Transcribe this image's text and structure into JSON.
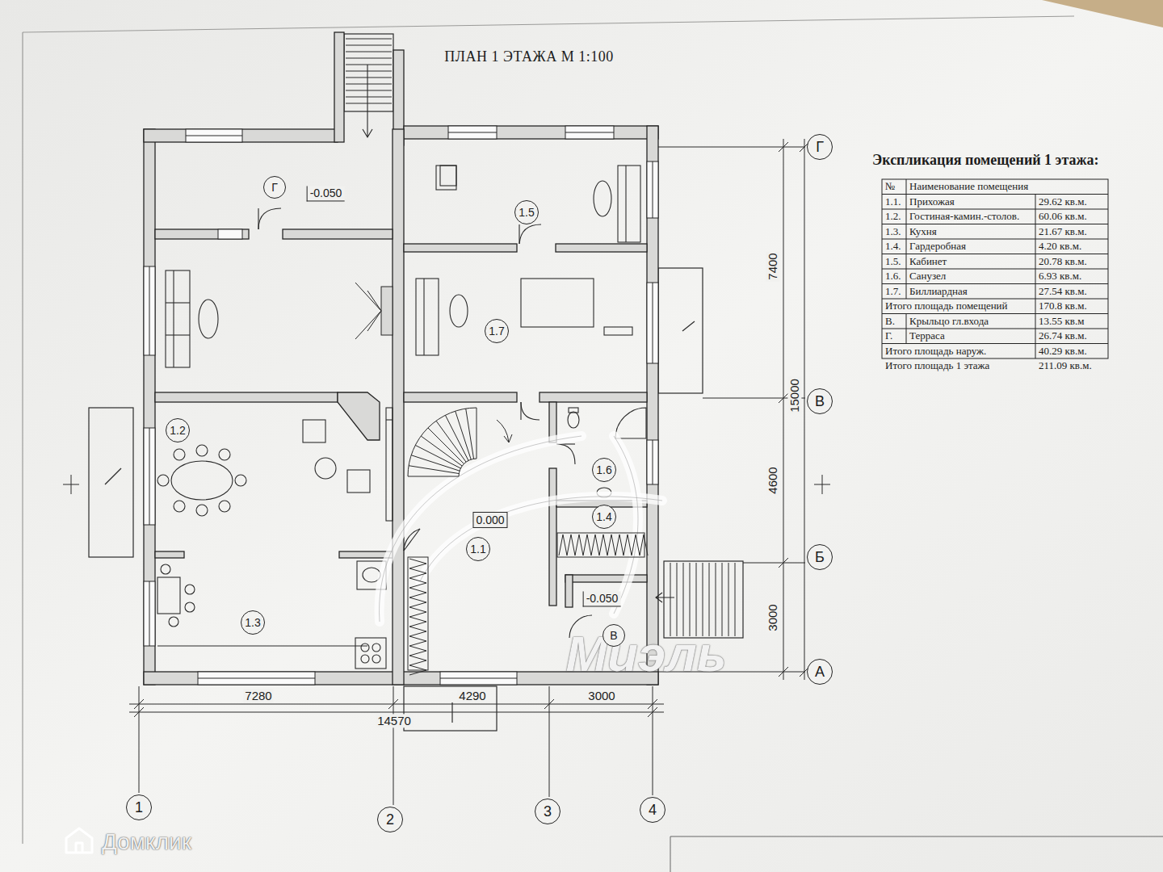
{
  "diagram": {
    "title": "ПЛАН 1 ЭТАЖА М 1:100",
    "nodes": [
      {
        "text": [
          "Г"
        ]
      },
      {
        "text": [
          "1.5"
        ]
      },
      {
        "text": [
          "1.7"
        ]
      },
      {
        "text": [
          "1.2"
        ]
      },
      {
        "text": [
          "1.6"
        ]
      },
      {
        "text": [
          "1.4"
        ]
      },
      {
        "text": [
          "1.1"
        ]
      },
      {
        "text": [
          "1.3"
        ]
      },
      {
        "text": [
          "В"
        ]
      },
      {
        "text": [
          "Г"
        ]
      },
      {
        "text": [
          "В"
        ]
      },
      {
        "text": [
          "Б"
        ]
      },
      {
        "text": [
          "А"
        ]
      },
      {
        "text": [
          "1"
        ]
      },
      {
        "text": [
          "2"
        ]
      },
      {
        "text": [
          "3"
        ]
      },
      {
        "text": [
          "4"
        ]
      }
    ],
    "labels": [
      "-0.050",
      "0.000",
      "-0.050",
      "7400",
      "15000",
      "4600",
      "3000",
      "7280",
      "14570",
      "4290",
      "3000",
      "Экспликация помещений 1 этажа:",
      "№",
      "Наименование помещения",
      "1.1.",
      "Прихожая",
      "29.62 кв.м.",
      "1.2.",
      "Гостиная-камин.-столов.",
      "60.06 кв.м.",
      "1.3.",
      "Кухня",
      "21.67 кв.м.",
      "1.4.",
      "Гардеробная",
      "4.20 кв.м.",
      "1.5.",
      "Кабинет",
      "20.78 кв.м.",
      "1.6.",
      "Санузел",
      "6.93 кв.м.",
      "1.7.",
      "Биллиардная",
      "27.54 кв.м.",
      "Итого площадь помещений",
      "170.8 кв.м.",
      "В.",
      "Крыльцо гл.входа",
      "13.55 кв.м",
      "Г.",
      "Терраса",
      "26.74 кв.м.",
      "Итого площадь наруж.",
      "40.29 кв.м.",
      "Итого площадь 1 этажа",
      "211.09 кв.м.",
      "Миэль",
      "Домклик"
    ]
  }
}
